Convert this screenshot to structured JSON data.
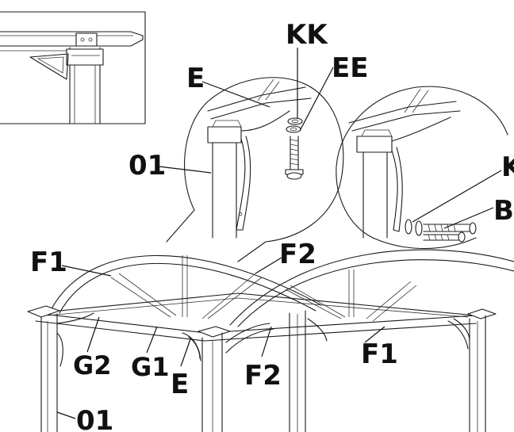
{
  "labels": {
    "kk": "KK",
    "ee": "EE",
    "e_top": "E",
    "part_01_top": "01",
    "k_right": "K",
    "be_right": "BE",
    "f1_left": "F1",
    "f2_top": "F2",
    "g2": "G2",
    "g1": "G1",
    "e_bottom": "E",
    "f2_bottom": "F2",
    "f1_right": "F1",
    "part_01_bottom": "01"
  },
  "colors": {
    "line": "#1a1a1a",
    "background": "#ffffff"
  }
}
